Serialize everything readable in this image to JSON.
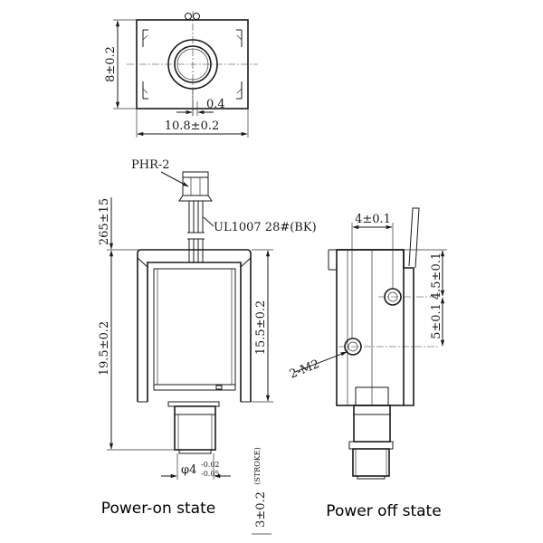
{
  "top_view": {
    "height_dim": "8±0.2",
    "offset_dim": "0.4",
    "width_dim": "10.8±0.2"
  },
  "front_view": {
    "connector_label": "PHR-2",
    "wire_length_dim": "265±15",
    "wire_label": "UL1007 28#(BK)",
    "body_height_dim": "19.5±0.2",
    "coil_height_dim": "15.5±0.2",
    "shaft_dia_main": "φ4",
    "shaft_dia_tol_upper": "-0.02",
    "shaft_dia_tol_lower": "-0.05",
    "stroke_label": "(STROKE)",
    "stroke_dim": "3±0.2",
    "caption": "Power-on state"
  },
  "side_view": {
    "top_dim": "4±0.1",
    "right_dim_1": "4.5±0.1",
    "right_dim_2": "5±0.1",
    "screw_label": "2-M2",
    "caption": "Power off state"
  }
}
